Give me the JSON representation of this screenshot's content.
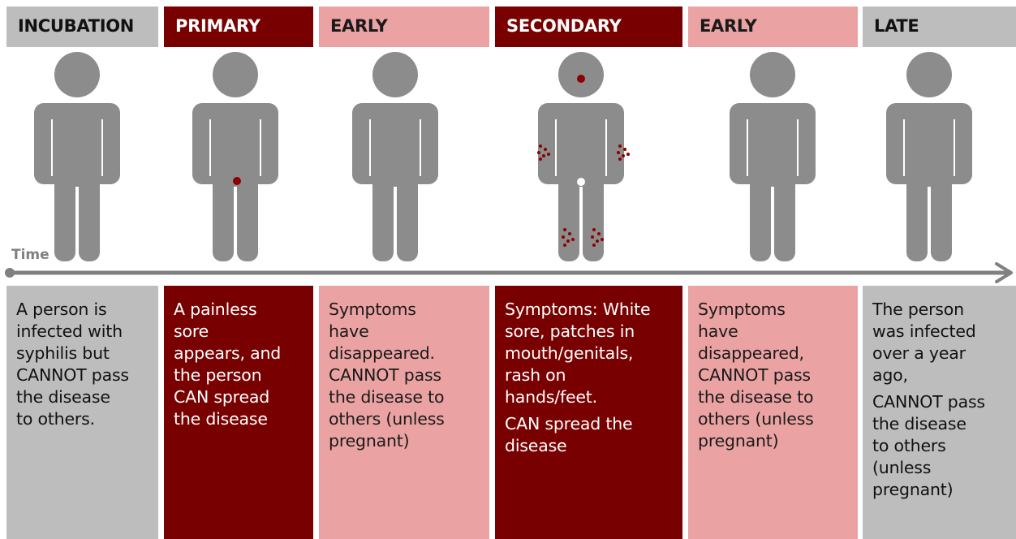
{
  "stages": [
    {
      "label": "INCUBATION",
      "description": [
        "A person is\ninfected with\nsyphilis but\nCANNOT pass\nthe disease\nto others."
      ]
    },
    {
      "label": "PRIMARY",
      "description": [
        "A painless\nsore\nappears, and\nthe person\nCAN spread\nthe disease"
      ]
    },
    {
      "label": "EARLY",
      "description": [
        "Symptoms\nhave\ndisappeared.\nCANNOT pass\nthe disease to\nothers (unless\npregnant)"
      ]
    },
    {
      "label": "SECONDARY",
      "description": [
        "Symptoms: White\nsore, patches in\nmouth/genitals,\nrash on\nhands/feet.",
        "CAN spread the\ndisease"
      ]
    },
    {
      "label": "EARLY",
      "description": [
        "Symptoms\nhave\ndisappeared,\nCANNOT pass\nthe disease to\nothers (unless\npregnant)"
      ]
    },
    {
      "label": "LATE",
      "description": [
        "The person\nwas infected\nover a year\nago,",
        "CANNOT pass\nthe disease\nto others\n(unless\npregnant)"
      ]
    }
  ],
  "timeline": {
    "label": "Time"
  },
  "colors": {
    "gray": "#bdbdbd",
    "dark_red": "#790000",
    "pink": "#eba2a2",
    "figure": "#8c8c8c",
    "sore": "#8b0000"
  }
}
